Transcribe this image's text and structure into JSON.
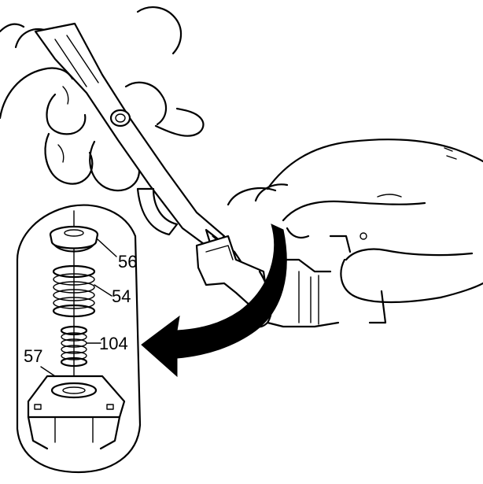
{
  "callouts": {
    "part_56": "56",
    "part_54": "54",
    "part_104": "104",
    "part_57": "57"
  },
  "colors": {
    "line": "#000000",
    "background": "#ffffff"
  }
}
